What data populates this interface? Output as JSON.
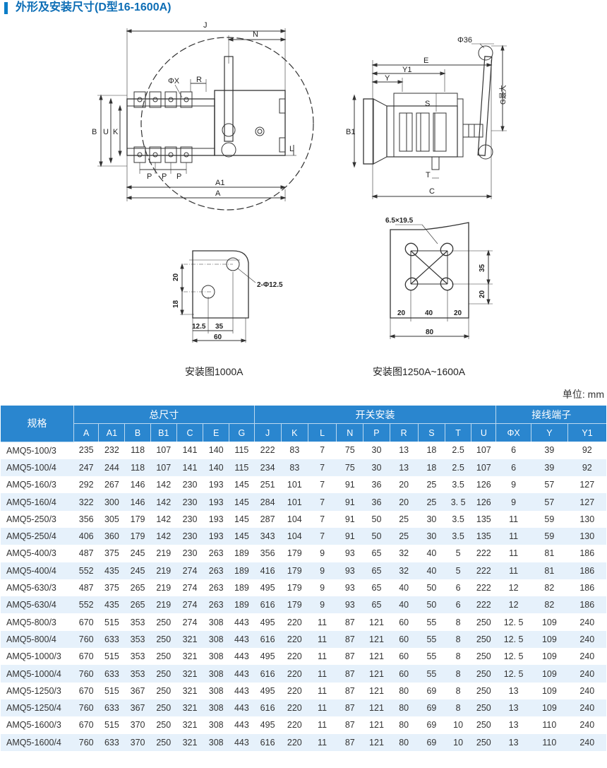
{
  "header": {
    "title": "外形及安装尺寸(D型16-1600A)"
  },
  "diagram": {
    "front_labels": {
      "J": "J",
      "N": "N",
      "phiX": "ΦX",
      "R": "R",
      "B": "B",
      "U": "U",
      "K": "K",
      "L": "L",
      "P": "P",
      "A1": "A1",
      "A": "A"
    },
    "side_labels": {
      "phi36": "Φ36",
      "E": "E",
      "Y1": "Y1",
      "Y": "Y",
      "S": "S",
      "B1": "B1",
      "G": "G最大",
      "T": "T",
      "C": "C"
    },
    "mount_small": {
      "d20": "20",
      "d18": "18",
      "hole": "2-Φ12.5",
      "d125": "12.5",
      "d35": "35",
      "d60": "60"
    },
    "mount_large": {
      "slot": "6.5×19.5",
      "d35": "35",
      "d20r": "20",
      "d20a": "20",
      "d40": "40",
      "d20b": "20",
      "d80": "80"
    }
  },
  "captions": {
    "left": "安装图1000A",
    "right": "安装图1250A~1600A"
  },
  "unit": "单位: mm",
  "table": {
    "spec_header": "规格",
    "groups": [
      {
        "label": "总尺寸",
        "span": 7
      },
      {
        "label": "开关安装",
        "span": 9
      },
      {
        "label": "接线端子",
        "span": 3
      }
    ],
    "columns": [
      "A",
      "A1",
      "B",
      "B1",
      "C",
      "E",
      "G",
      "J",
      "K",
      "L",
      "N",
      "P",
      "R",
      "S",
      "T",
      "U",
      "ΦX",
      "Y",
      "Y1"
    ],
    "rows": [
      [
        "AMQ5-100/3",
        "235",
        "232",
        "118",
        "107",
        "141",
        "140",
        "115",
        "222",
        "83",
        "7",
        "75",
        "30",
        "13",
        "18",
        "2.5",
        "107",
        "6",
        "39",
        "92"
      ],
      [
        "AMQ5-100/4",
        "247",
        "244",
        "118",
        "107",
        "141",
        "140",
        "115",
        "234",
        "83",
        "7",
        "75",
        "30",
        "13",
        "18",
        "2.5",
        "107",
        "6",
        "39",
        "92"
      ],
      [
        "AMQ5-160/3",
        "292",
        "267",
        "146",
        "142",
        "230",
        "193",
        "145",
        "251",
        "101",
        "7",
        "91",
        "36",
        "20",
        "25",
        "3.5",
        "126",
        "9",
        "57",
        "127"
      ],
      [
        "AMQ5-160/4",
        "322",
        "300",
        "146",
        "142",
        "230",
        "193",
        "145",
        "284",
        "101",
        "7",
        "91",
        "36",
        "20",
        "25",
        "3. 5",
        "126",
        "9",
        "57",
        "127"
      ],
      [
        "AMQ5-250/3",
        "356",
        "305",
        "179",
        "142",
        "230",
        "193",
        "145",
        "287",
        "104",
        "7",
        "91",
        "50",
        "25",
        "30",
        "3.5",
        "135",
        "11",
        "59",
        "130"
      ],
      [
        "AMQ5-250/4",
        "406",
        "360",
        "179",
        "142",
        "230",
        "193",
        "145",
        "343",
        "104",
        "7",
        "91",
        "50",
        "25",
        "30",
        "3.5",
        "135",
        "11",
        "59",
        "130"
      ],
      [
        "AMQ5-400/3",
        "487",
        "375",
        "245",
        "219",
        "230",
        "263",
        "189",
        "356",
        "179",
        "9",
        "93",
        "65",
        "32",
        "40",
        "5",
        "222",
        "11",
        "81",
        "186"
      ],
      [
        "AMQ5-400/4",
        "552",
        "435",
        "245",
        "219",
        "274",
        "263",
        "189",
        "416",
        "179",
        "9",
        "93",
        "65",
        "32",
        "40",
        "5",
        "222",
        "11",
        "81",
        "186"
      ],
      [
        "AMQ5-630/3",
        "487",
        "375",
        "265",
        "219",
        "274",
        "263",
        "189",
        "495",
        "179",
        "9",
        "93",
        "65",
        "40",
        "50",
        "6",
        "222",
        "12",
        "82",
        "186"
      ],
      [
        "AMQ5-630/4",
        "552",
        "435",
        "265",
        "219",
        "274",
        "263",
        "189",
        "616",
        "179",
        "9",
        "93",
        "65",
        "40",
        "50",
        "6",
        "222",
        "12",
        "82",
        "186"
      ],
      [
        "AMQ5-800/3",
        "670",
        "515",
        "353",
        "250",
        "274",
        "308",
        "443",
        "495",
        "220",
        "11",
        "87",
        "121",
        "60",
        "55",
        "8",
        "250",
        "12. 5",
        "109",
        "240"
      ],
      [
        "AMQ5-800/4",
        "760",
        "633",
        "353",
        "250",
        "321",
        "308",
        "443",
        "616",
        "220",
        "11",
        "87",
        "121",
        "60",
        "55",
        "8",
        "250",
        "12. 5",
        "109",
        "240"
      ],
      [
        "AMQ5-1000/3",
        "670",
        "515",
        "353",
        "250",
        "321",
        "308",
        "443",
        "495",
        "220",
        "11",
        "87",
        "121",
        "60",
        "55",
        "8",
        "250",
        "12. 5",
        "109",
        "240"
      ],
      [
        "AMQ5-1000/4",
        "760",
        "633",
        "353",
        "250",
        "321",
        "308",
        "443",
        "616",
        "220",
        "11",
        "87",
        "121",
        "60",
        "55",
        "8",
        "250",
        "12. 5",
        "109",
        "240"
      ],
      [
        "AMQ5-1250/3",
        "670",
        "515",
        "367",
        "250",
        "321",
        "308",
        "443",
        "495",
        "220",
        "11",
        "87",
        "121",
        "80",
        "69",
        "8",
        "250",
        "13",
        "109",
        "240"
      ],
      [
        "AMQ5-1250/4",
        "760",
        "633",
        "367",
        "250",
        "321",
        "308",
        "443",
        "616",
        "220",
        "11",
        "87",
        "121",
        "80",
        "69",
        "8",
        "250",
        "13",
        "109",
        "240"
      ],
      [
        "AMQ5-1600/3",
        "670",
        "515",
        "370",
        "250",
        "321",
        "308",
        "443",
        "495",
        "220",
        "11",
        "87",
        "121",
        "80",
        "69",
        "10",
        "250",
        "13",
        "110",
        "240"
      ],
      [
        "AMQ5-1600/4",
        "760",
        "633",
        "370",
        "250",
        "321",
        "308",
        "443",
        "616",
        "220",
        "11",
        "87",
        "121",
        "80",
        "69",
        "10",
        "250",
        "13",
        "110",
        "240"
      ]
    ]
  }
}
